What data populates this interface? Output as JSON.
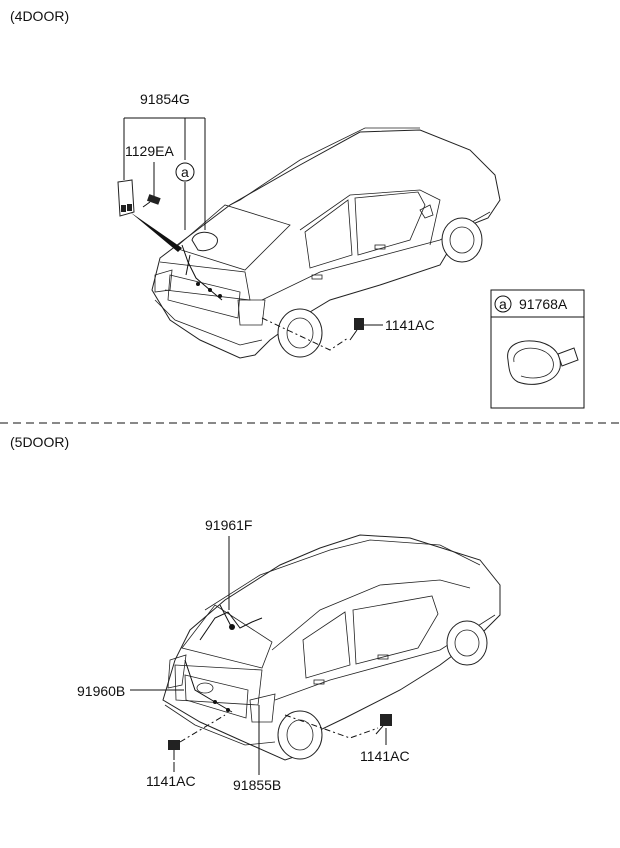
{
  "sections": {
    "four_door": {
      "title": "(4DOOR)"
    },
    "five_door": {
      "title": "(5DOOR)"
    }
  },
  "parts": {
    "p91854G": "91854G",
    "p1129EA": "1129EA",
    "p1141AC_4door": "1141AC",
    "p91768A": "91768A",
    "callout_a_car": "a",
    "callout_a_box": "a",
    "p91961F": "91961F",
    "p91960B": "91960B",
    "p1141AC_5door_left": "1141AC",
    "p91855B": "91855B",
    "p1141AC_5door_right": "1141AC"
  }
}
